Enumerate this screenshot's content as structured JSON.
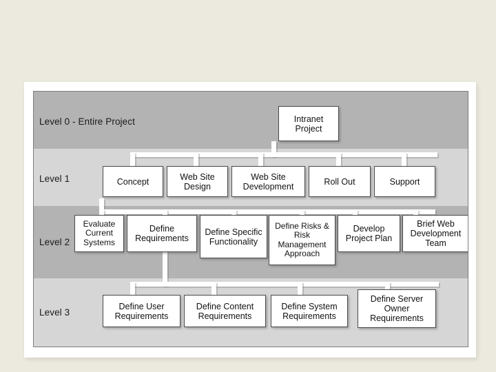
{
  "diagram": {
    "title_node": {
      "label": "Intranet\nProject"
    },
    "bands": [
      {
        "id": "level0",
        "label": "Level 0 - Entire Project",
        "shade": "dark"
      },
      {
        "id": "level1",
        "label": "Level 1",
        "shade": "light"
      },
      {
        "id": "level2",
        "label": "Level 2",
        "shade": "dark"
      },
      {
        "id": "level3",
        "label": "Level 3",
        "shade": "light"
      }
    ],
    "level0": [
      {
        "id": "intranet-project",
        "label": "Intranet Project"
      }
    ],
    "level1": [
      {
        "id": "concept",
        "label": "Concept"
      },
      {
        "id": "web-site-design",
        "label": "Web Site Design"
      },
      {
        "id": "web-site-development",
        "label": "Web Site Development"
      },
      {
        "id": "roll-out",
        "label": "Roll Out"
      },
      {
        "id": "support",
        "label": "Support"
      }
    ],
    "level2": [
      {
        "id": "evaluate-current-systems",
        "label": "Evaluate Current Systems"
      },
      {
        "id": "define-requirements",
        "label": "Define Requirements"
      },
      {
        "id": "define-specific-functionality",
        "label": "Define Specific Functionality"
      },
      {
        "id": "define-risks-risk-management-approach",
        "label": "Define Risks & Risk Management Approach"
      },
      {
        "id": "develop-project-plan",
        "label": "Develop Project Plan"
      },
      {
        "id": "brief-web-development-team",
        "label": "Brief Web Development Team"
      }
    ],
    "level3": [
      {
        "id": "define-user-requirements",
        "label": "Define User Requirements"
      },
      {
        "id": "define-content-requirements",
        "label": "Define Content Requirements"
      },
      {
        "id": "define-system-requirements",
        "label": "Define System Requirements"
      },
      {
        "id": "define-server-owner-requirements",
        "label": "Define Server Owner Requirements"
      }
    ],
    "colors": {
      "page_background": "#eceade",
      "card": "#ffffff",
      "band_dark": "#b3b3b3",
      "band_light": "#d6d6d6",
      "node_fill": "#ffffff",
      "node_border": "#4a4a4a",
      "connector": "#ffffff"
    }
  }
}
